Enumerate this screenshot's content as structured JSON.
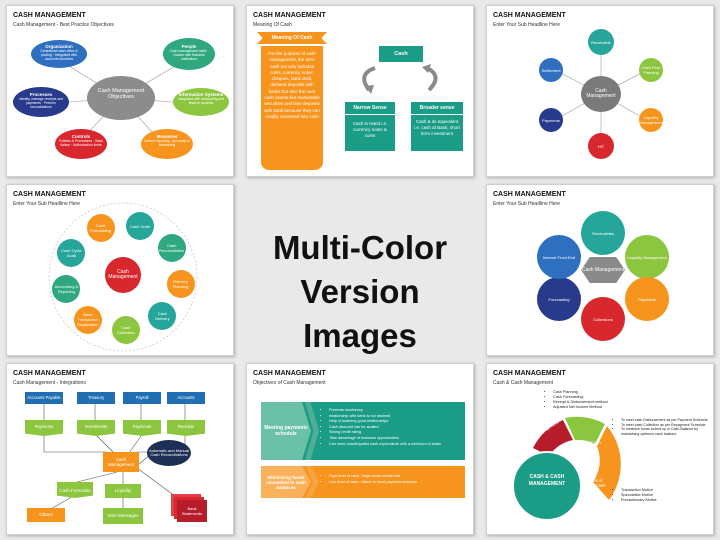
{
  "slide_title": "CASH MANAGEMENT",
  "center_heading": [
    "Multi-Color",
    "Version Images"
  ],
  "slide1": {
    "subtitle": "Cash Management - Best Practice Objectives",
    "center": "Cash Management Objectives",
    "items": [
      {
        "title": "Organization",
        "text": "Centralized cash office & pooling · Integrated with accounts functions",
        "color": "#2e6fc0"
      },
      {
        "title": "People",
        "text": "Cash management skills · Liaison with financial institutions",
        "color": "#2ea87c"
      },
      {
        "title": "Information Systems",
        "text": "Integrated with accounting and finance systems",
        "color": "#8cc63f"
      },
      {
        "title": "Measures",
        "text": "Control reporting · Accuracy of forecasting",
        "color": "#f7941d"
      },
      {
        "title": "Controls",
        "text": "Policies & Procedures · Bank liaison · Authorization limits",
        "color": "#d8282e"
      },
      {
        "title": "Processes",
        "text": "Identify, manage receipts and payments · Perform reconciliations",
        "color": "#273a8c"
      }
    ]
  },
  "slide2": {
    "subtitle": "Meaning Of Cash",
    "banner": "Meaning Of Cash",
    "body": "For the purpose of cash management, the term cash not only includes coins, currency notes, cheques, bank draft, demand deposits with banks but also the near cash assets like marketable securities and time deposits with bank because they can readily converted into cash",
    "top_box": "Cash",
    "left_title": "Narrow Sense",
    "left_text": "Cash in Hand i.e. currency notes & coins",
    "right_title": "Broader sense",
    "right_text": "Cash & its equivalent i.e. cash at Bank, short term investment"
  },
  "slide3": {
    "subtitle": "Enter Your Sub Headline Here",
    "center": "Cash Management",
    "items": [
      {
        "label": "Receivable",
        "color": "#26a69a"
      },
      {
        "label": "Cash Flow Planning",
        "color": "#8cc63f"
      },
      {
        "label": "Liquidity Management",
        "color": "#f7941d"
      },
      {
        "label": "HIT",
        "color": "#d8282e"
      },
      {
        "label": "Payments",
        "color": "#273a8c"
      },
      {
        "label": "Settlement",
        "color": "#2e6fc0"
      }
    ]
  },
  "slide4": {
    "subtitle": "Enter Your Sub Headline Here",
    "center": "Cash Management",
    "items": [
      {
        "label": "Cash Order",
        "color": "#26a69a"
      },
      {
        "label": "Cash Reconciliation",
        "color": "#2ea87c"
      },
      {
        "label": "Delivery Planning",
        "color": "#f7941d"
      },
      {
        "label": "Cash Delivery",
        "color": "#26a69a"
      },
      {
        "label": "Cash Collection",
        "color": "#8cc63f"
      },
      {
        "label": "Bank Transaction Registration",
        "color": "#f7941d"
      },
      {
        "label": "Accounting & Reporting",
        "color": "#2ea87c"
      },
      {
        "label": "Cash Cycle Audit",
        "color": "#26a69a"
      },
      {
        "label": "Cash Forecasting",
        "color": "#f7941d"
      }
    ]
  },
  "slide6": {
    "subtitle": "Enter Your Sub Headline Here",
    "center": "Cash Management",
    "items": [
      {
        "label": "Receivables",
        "color": "#26a69a"
      },
      {
        "label": "Liquidity Management",
        "color": "#8cc63f"
      },
      {
        "label": "Payments",
        "color": "#f7941d"
      },
      {
        "label": "Collections",
        "color": "#d8282e"
      },
      {
        "label": "Forecasting",
        "color": "#273a8c"
      },
      {
        "label": "Internet Front End",
        "color": "#2e6fc0"
      }
    ]
  },
  "slide7": {
    "subtitle": "Cash Management - Integrations",
    "top": [
      "Accounts Payable",
      "Treasury",
      "Payroll",
      "Accounts"
    ],
    "mid": [
      "Payments",
      "Investments",
      "Payments",
      "Receipts"
    ],
    "center": "Cash Management",
    "side": "Automatic and Manual Cash Reconciliations",
    "bank": "Bank Statements",
    "bottom": [
      "Cash Forecasts",
      "Liquidity",
      "Others",
      "Wire Messages"
    ]
  },
  "slide8": {
    "subtitle": "Objectives of Cash Management",
    "row1_label": "Meeting payments schedule",
    "row1_points": [
      "Prevents insolvency",
      "relationship with bank is not strained",
      "Help in fostering good relationships",
      "Cash discount can be availed",
      "Strong credit rating",
      "Take advantage of business opportunities",
      "Can meet unanticipated cash expenditure with a minimum of strain"
    ],
    "row2_label": "Minimizing funds committed to cash balances",
    "row2_points": [
      "High level of cash : large funds remain idle",
      "Low level of cash : failure to meet payment schedule"
    ]
  },
  "slide9": {
    "subtitle": "Cash & Cash Management",
    "top_points": [
      "Cash Planning",
      "Cash Forecasting:",
      "Receipt & Disbursement method",
      "Adjusted Net Income Method"
    ],
    "center": "CASH & CASH MANAGEMENT",
    "segments": [
      "Cash Management",
      "Objective of Cash Management",
      "Motives of Holding Cash"
    ],
    "right_points": [
      "To meet cash Disbursement as per Payment Schedule",
      "To meet cash Collection as per Repayment Schedule",
      "To minimize funds locked up in Cash Balance by maintaining optimum cash balance"
    ],
    "motives": [
      "Transaction Motive",
      "Speculative Motive",
      "Precautionary Motive"
    ]
  },
  "colors": {
    "teal": "#26a69a",
    "green": "#8cc63f",
    "orange": "#f7941d",
    "red": "#d8282e",
    "navy": "#273a8c",
    "blue": "#2e6fc0",
    "center_grey": "#7a7a7a"
  }
}
